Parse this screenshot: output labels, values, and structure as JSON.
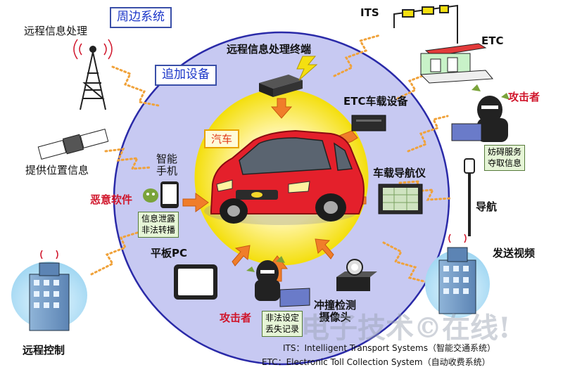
{
  "frame": {
    "peripheral_title": "周边系统",
    "added_title": "追加设备",
    "car_label": "汽车"
  },
  "nodes": {
    "remote_info": "远程信息处理",
    "position_info": "提供位置信息",
    "remote_control": "远程控制",
    "its": "ITS",
    "etc": "ETC",
    "attacker_right": "攻击者",
    "navigation": "导航",
    "send_video": "发送视频"
  },
  "devices": {
    "telematics_terminal": "远程信息处理终端",
    "etc_unit": "ETC车载设备",
    "car_nav": "车载导航仪",
    "smartphone": "智能\n手机",
    "malware": "恶意软件",
    "tablet": "平板PC",
    "attacker_bottom": "攻击者",
    "crash_camera": "冲撞检测\n摄像头"
  },
  "notes": {
    "leak": "信息泄露\n非法转播",
    "dos": "妨碍服务\n夺取信息",
    "tamper": "非法设定\n丢失记录"
  },
  "watermark": "电子技术©在线!",
  "footnotes": {
    "its_def": "ITS：Intelligent Transport Systems（智能交通系统）",
    "etc_def": "ETC：Electronic Toll Collection System（自动收费系统）"
  },
  "colors": {
    "outer_circle": "#c7c9f2",
    "outer_stroke": "#2a2aa8",
    "inner_yellow": "#f4e41a",
    "inner_glow": "#fff7b0",
    "arrow": "#f07d2a",
    "car_body": "#e4202b",
    "dotted_link": "#f0a23a",
    "alert_red": "#d0142a"
  }
}
